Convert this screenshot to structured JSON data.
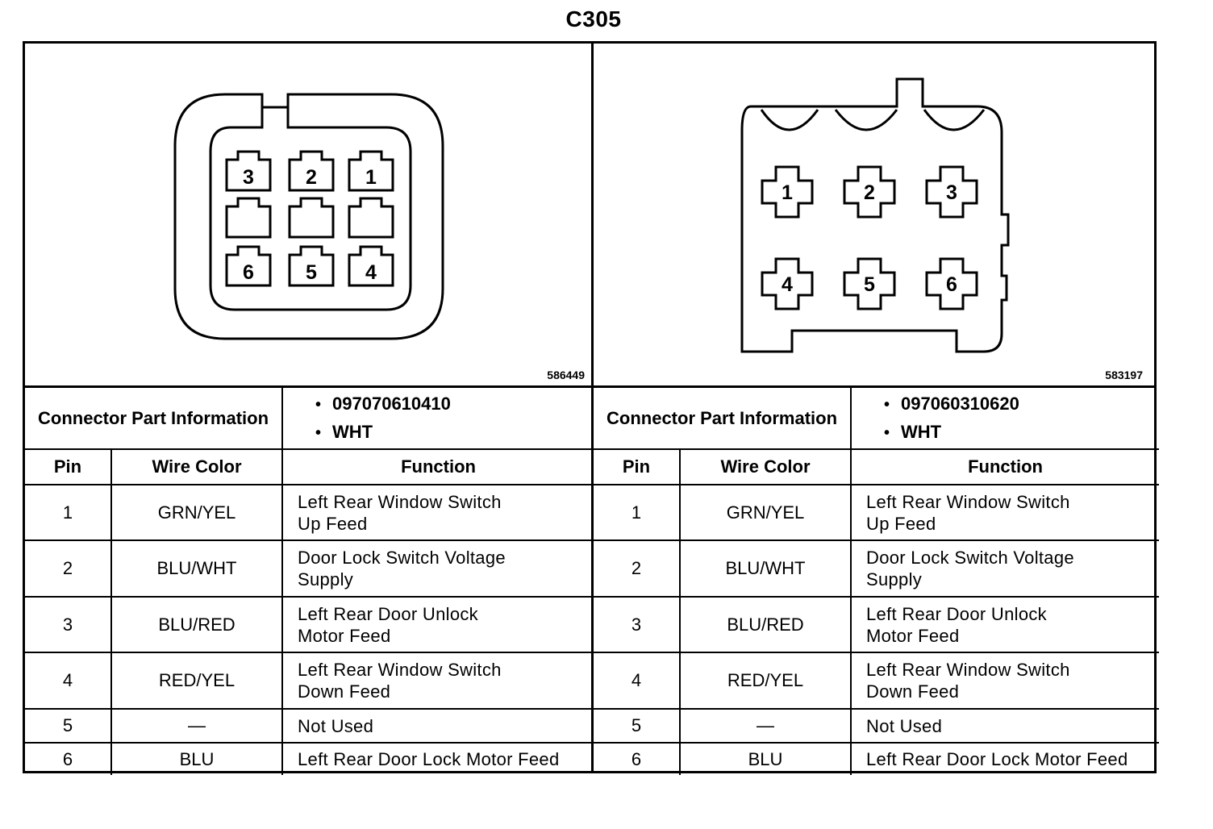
{
  "title": "C305",
  "connectors": [
    {
      "ref_id": "586449",
      "part_info_label": "Connector Part Information",
      "part_number": "097070610410",
      "color": "WHT",
      "headers": {
        "pin": "Pin",
        "wire_color": "Wire Color",
        "function": "Function"
      },
      "rows": [
        {
          "pin": "1",
          "wire_color": "GRN/YEL",
          "function_lines": [
            "Left Rear Window Switch",
            "Up Feed"
          ]
        },
        {
          "pin": "2",
          "wire_color": "BLU/WHT",
          "function_lines": [
            "Door Lock Switch Voltage",
            "Supply"
          ]
        },
        {
          "pin": "3",
          "wire_color": "BLU/RED",
          "function_lines": [
            "Left Rear Door Unlock",
            "Motor Feed"
          ]
        },
        {
          "pin": "4",
          "wire_color": "RED/YEL",
          "function_lines": [
            "Left Rear Window Switch",
            "Down Feed"
          ]
        },
        {
          "pin": "5",
          "wire_color": "—",
          "function_lines": [
            "Not Used"
          ]
        },
        {
          "pin": "6",
          "wire_color": "BLU",
          "function_lines": [
            "Left Rear Door Lock Motor Feed"
          ]
        }
      ],
      "face_pin_labels": [
        "3",
        "2",
        "1",
        "",
        "",
        "",
        "6",
        "5",
        "4"
      ]
    },
    {
      "ref_id": "583197",
      "part_info_label": "Connector Part Information",
      "part_number": "097060310620",
      "color": "WHT",
      "headers": {
        "pin": "Pin",
        "wire_color": "Wire Color",
        "function": "Function"
      },
      "rows": [
        {
          "pin": "1",
          "wire_color": "GRN/YEL",
          "function_lines": [
            "Left Rear Window Switch",
            "Up Feed"
          ]
        },
        {
          "pin": "2",
          "wire_color": "BLU/WHT",
          "function_lines": [
            "Door Lock Switch Voltage",
            "Supply"
          ]
        },
        {
          "pin": "3",
          "wire_color": "BLU/RED",
          "function_lines": [
            "Left Rear Door Unlock",
            "Motor Feed"
          ]
        },
        {
          "pin": "4",
          "wire_color": "RED/YEL",
          "function_lines": [
            "Left Rear Window Switch",
            "Down Feed"
          ]
        },
        {
          "pin": "5",
          "wire_color": "—",
          "function_lines": [
            "Not Used"
          ]
        },
        {
          "pin": "6",
          "wire_color": "BLU",
          "function_lines": [
            "Left Rear Door Lock Motor Feed"
          ]
        }
      ],
      "face_pin_labels": [
        "1",
        "2",
        "3",
        "4",
        "5",
        "6"
      ]
    }
  ]
}
